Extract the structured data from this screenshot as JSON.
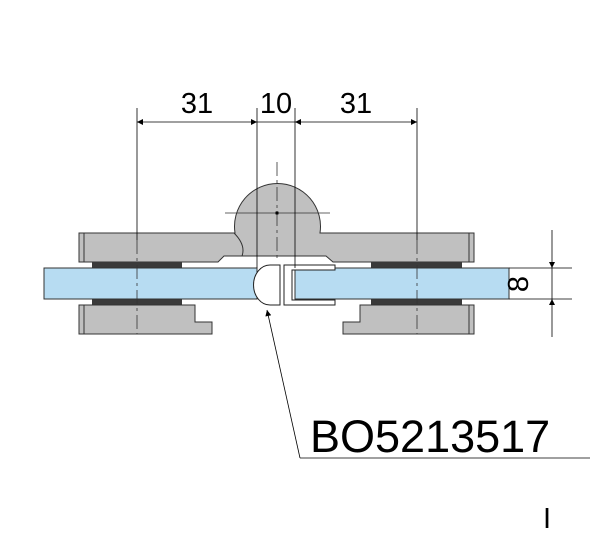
{
  "dimensions": {
    "left_offset": "31",
    "gap": "10",
    "right_offset": "31",
    "glass_thickness": "8"
  },
  "part_code": "BO5213517",
  "view_label": "I",
  "colors": {
    "metal": "#c0c0c0",
    "glass": "#b7dcf2",
    "gasket": "#3a3a3a",
    "line": "#000000"
  }
}
